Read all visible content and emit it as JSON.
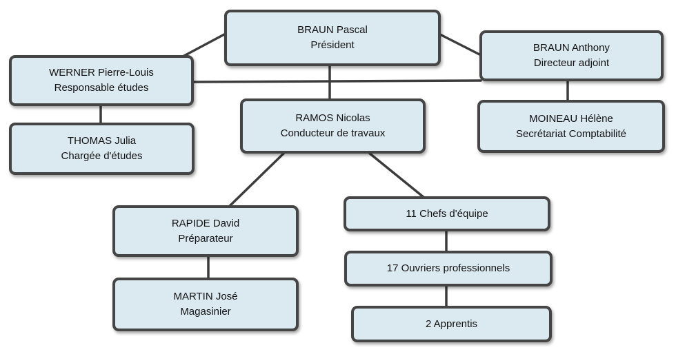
{
  "chart": {
    "nodes": {
      "president": {
        "name": "BRAUN Pascal",
        "role": "Président"
      },
      "werner": {
        "name": "WERNER Pierre-Louis",
        "role": "Responsable études"
      },
      "braun_anthony": {
        "name": "BRAUN Anthony",
        "role": "Directeur adjoint"
      },
      "thomas": {
        "name": "THOMAS Julia",
        "role": "Chargée d'études"
      },
      "ramos": {
        "name": "RAMOS Nicolas",
        "role": "Conducteur de travaux"
      },
      "moineau": {
        "name": "MOINEAU Hélène",
        "role": "Secrétariat Comptabilité"
      },
      "rapide": {
        "name": "RAPIDE David",
        "role": "Préparateur"
      },
      "chefs": {
        "label": "11 Chefs d'équipe"
      },
      "ouvriers": {
        "label": "17 Ouvriers professionnels"
      },
      "martin": {
        "name": "MARTIN José",
        "role": "Magasinier"
      },
      "apprentis": {
        "label": "2 Apprentis"
      }
    },
    "colors": {
      "box_fill": "#dbe9f1",
      "box_border": "#454545",
      "connector": "#3c3c3c"
    }
  }
}
